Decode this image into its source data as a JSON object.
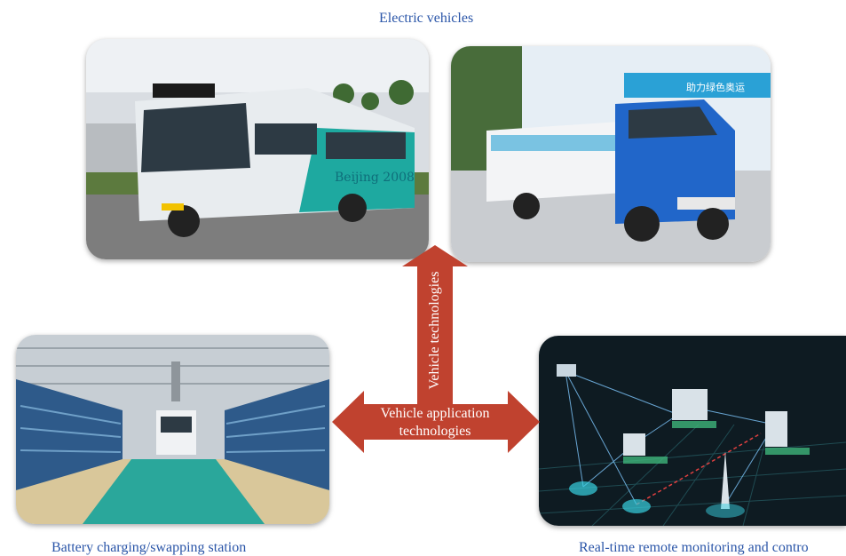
{
  "captions": {
    "top": "Electric vehicles",
    "bottom_left": "Battery charging/swapping station",
    "bottom_right": "Real-time remote monitoring and contro"
  },
  "arrow_labels": {
    "vertical": "Vehicle technologies",
    "horizontal_line1": "Vehicle application",
    "horizontal_line2": "technologies"
  },
  "photo_signs": {
    "bus_route_sign": "Beijing 2008",
    "tank_banner": "助力绿色奥运"
  },
  "colors": {
    "arrow": "#c0422f",
    "caption": "#2a55a8",
    "truck_cab": "#2166c9",
    "bus_teal": "#1ea9a0"
  }
}
